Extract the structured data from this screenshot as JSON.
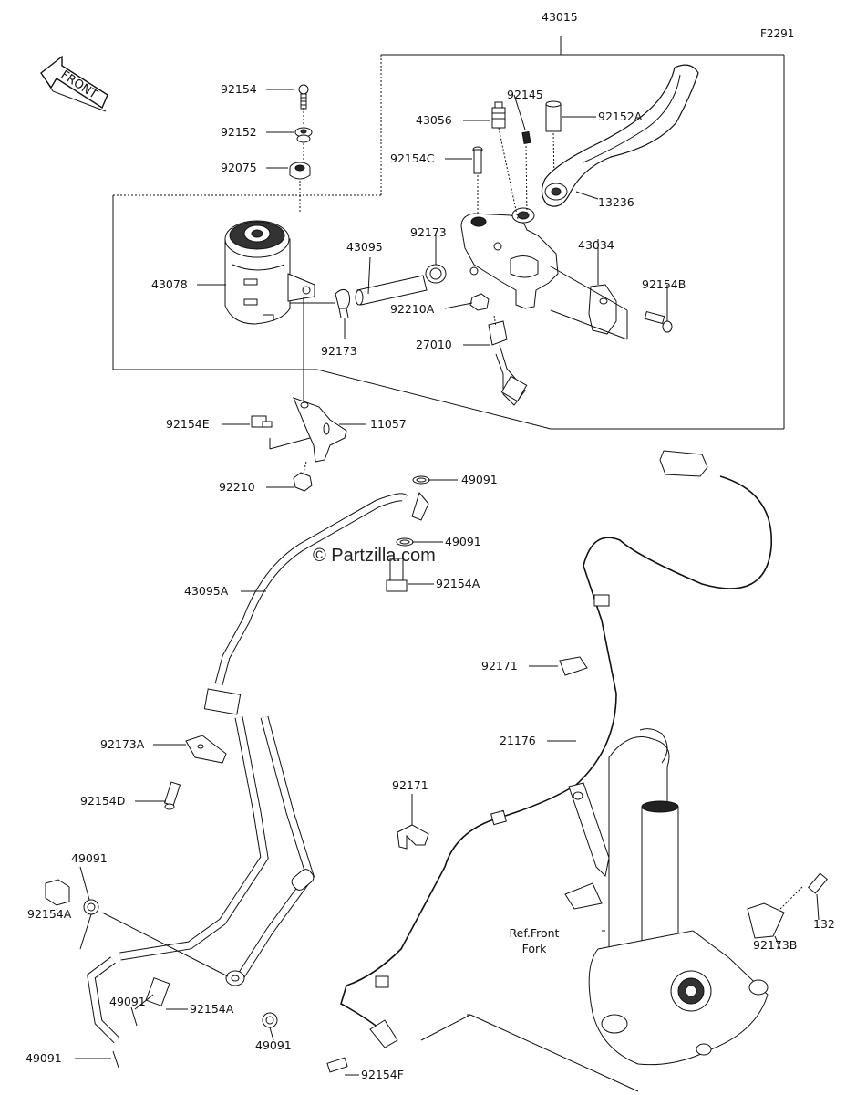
{
  "figure_code": "F2291",
  "watermark": "© Partzilla.com",
  "front_arrow": "FRONT",
  "reference_note": [
    "Ref.Front",
    "Fork"
  ],
  "parts": [
    {
      "id": "p43015",
      "number": "43015"
    },
    {
      "id": "p92154",
      "number": "92154"
    },
    {
      "id": "p92152",
      "number": "92152"
    },
    {
      "id": "p92075",
      "number": "92075"
    },
    {
      "id": "p92145",
      "number": "92145"
    },
    {
      "id": "p43056",
      "number": "43056"
    },
    {
      "id": "p92152A",
      "number": "92152A"
    },
    {
      "id": "p92154C",
      "number": "92154C"
    },
    {
      "id": "p13236",
      "number": "13236"
    },
    {
      "id": "p43095",
      "number": "43095"
    },
    {
      "id": "p92173",
      "number": "92173"
    },
    {
      "id": "p43034",
      "number": "43034"
    },
    {
      "id": "p43078",
      "number": "43078"
    },
    {
      "id": "p92154B",
      "number": "92154B"
    },
    {
      "id": "p92210A",
      "number": "92210A"
    },
    {
      "id": "p92173b",
      "number": "92173"
    },
    {
      "id": "p27010",
      "number": "27010"
    },
    {
      "id": "p92154E",
      "number": "92154E"
    },
    {
      "id": "p11057",
      "number": "11057"
    },
    {
      "id": "p92210",
      "number": "92210"
    },
    {
      "id": "p49091a",
      "number": "49091"
    },
    {
      "id": "p49091b",
      "number": "49091"
    },
    {
      "id": "p92154A1",
      "number": "92154A"
    },
    {
      "id": "p43095A",
      "number": "43095A"
    },
    {
      "id": "p92171a",
      "number": "92171"
    },
    {
      "id": "p21176",
      "number": "21176"
    },
    {
      "id": "p92173A",
      "number": "92173A"
    },
    {
      "id": "p92154D",
      "number": "92154D"
    },
    {
      "id": "p92171b",
      "number": "92171"
    },
    {
      "id": "p49091c",
      "number": "49091"
    },
    {
      "id": "p92154A2",
      "number": "92154A"
    },
    {
      "id": "p49091d",
      "number": "49091"
    },
    {
      "id": "p92154A3",
      "number": "92154A"
    },
    {
      "id": "p49091e",
      "number": "49091"
    },
    {
      "id": "p49091f",
      "number": "49091"
    },
    {
      "id": "p132",
      "number": "132"
    },
    {
      "id": "p92173B",
      "number": "92173B"
    },
    {
      "id": "p92154F",
      "number": "92154F"
    }
  ]
}
